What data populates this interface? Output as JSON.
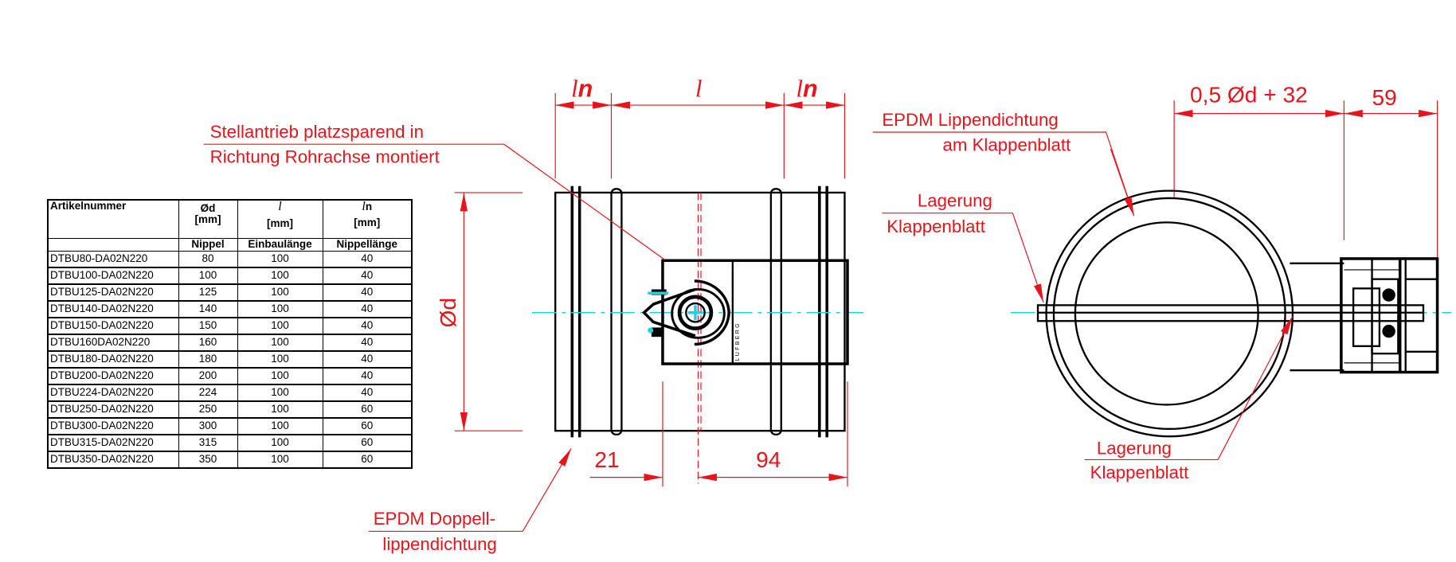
{
  "colors": {
    "dimension": "#e8141b",
    "centerline": "#19d3e0",
    "outline": "#000000"
  },
  "table": {
    "headers": {
      "col1": "Artikelnummer",
      "col2_symbol": "Ød",
      "col2_unit": "[mm]",
      "col2_name": "Nippel",
      "col3_symbol": "l",
      "col3_unit": "[mm]",
      "col3_name": "Einbaulänge",
      "col4_symbol": "l",
      "col4_sub": "n",
      "col4_unit": "[mm]",
      "col4_name": "Nippellänge"
    },
    "rows": [
      [
        "DTBU80-DA02N220",
        "80",
        "100",
        "40"
      ],
      [
        "DTBU100-DA02N220",
        "100",
        "100",
        "40"
      ],
      [
        "DTBU125-DA02N220",
        "125",
        "100",
        "40"
      ],
      [
        "DTBU140-DA02N220",
        "140",
        "100",
        "40"
      ],
      [
        "DTBU150-DA02N220",
        "150",
        "100",
        "40"
      ],
      [
        "DTBU160DA02N220",
        "160",
        "100",
        "40"
      ],
      [
        "DTBU180-DA02N220",
        "180",
        "100",
        "40"
      ],
      [
        "DTBU200-DA02N220",
        "200",
        "100",
        "40"
      ],
      [
        "DTBU224-DA02N220",
        "224",
        "100",
        "40"
      ],
      [
        "DTBU250-DA02N220",
        "250",
        "100",
        "60"
      ],
      [
        "DTBU300-DA02N220",
        "300",
        "100",
        "60"
      ],
      [
        "DTBU315-DA02N220",
        "315",
        "100",
        "60"
      ],
      [
        "DTBU350-DA02N220",
        "350",
        "100",
        "60"
      ]
    ]
  },
  "side_view": {
    "dim_ln_left": "l",
    "dim_ln_left_sub": "n",
    "dim_l": "l",
    "dim_ln_right": "l",
    "dim_ln_right_sub": "n",
    "dim_diameter": "Ød",
    "dim_21": "21",
    "dim_94": "94",
    "actuator_brand": "LUFBERG",
    "label_actuator_line1": "Stellantrieb platzsparend in",
    "label_actuator_line2": "Richtung Rohrachse montiert",
    "label_seal_line1": "EPDM Doppell-",
    "label_seal_line2": "lippendichtung"
  },
  "front_view": {
    "dim_half_d": "0,5 Ød + 32",
    "dim_59": "59",
    "label_lip_line1": "EPDM Lippendichtung",
    "label_lip_line2": "am Klappenblatt",
    "label_bearing_left_line1": "Lagerung",
    "label_bearing_left_line2": "Klappenblatt",
    "label_bearing_right_line1": "Lagerung",
    "label_bearing_right_line2": "Klappenblatt"
  }
}
